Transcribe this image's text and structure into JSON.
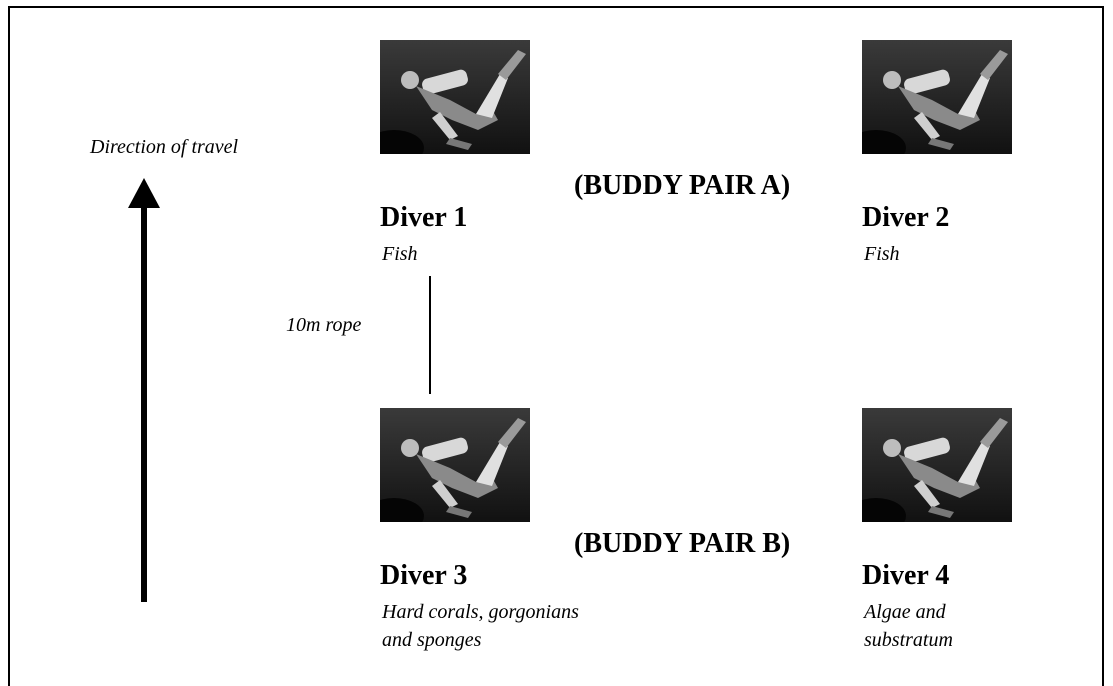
{
  "direction_label": "Direction of travel",
  "rope_label": "10m rope",
  "buddy_pairs": [
    {
      "label": "(BUDDY PAIR A)"
    },
    {
      "label": "(BUDDY PAIR B)"
    }
  ],
  "divers": [
    {
      "name": "Diver 1",
      "focus": [
        "Fish"
      ]
    },
    {
      "name": "Diver 2",
      "focus": [
        "Fish"
      ]
    },
    {
      "name": "Diver 3",
      "focus": [
        "Hard corals, gorgonians",
        "and sponges"
      ]
    },
    {
      "name": "Diver 4",
      "focus": [
        "Algae and",
        "substratum"
      ]
    }
  ],
  "colors": {
    "background": "#ffffff",
    "ink": "#000000"
  },
  "icons": {
    "diver_photo": "scuba-diver-photo",
    "arrow": "up-arrow"
  }
}
